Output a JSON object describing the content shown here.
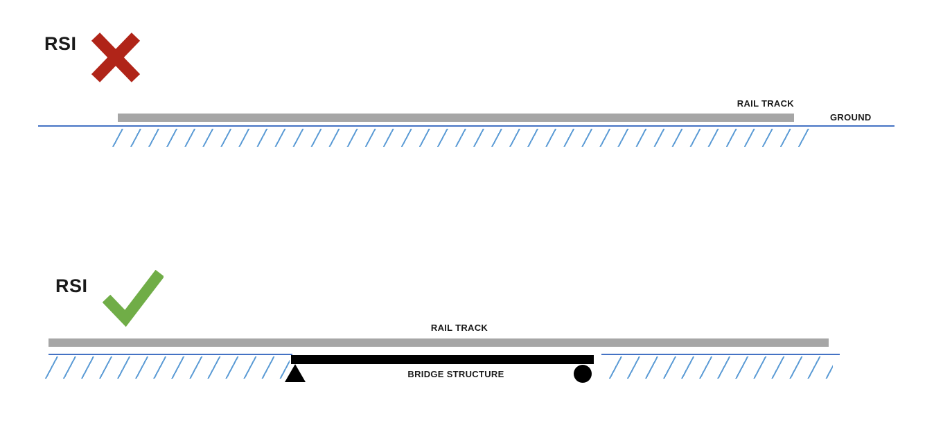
{
  "colors": {
    "rail": "#a6a6a6",
    "ground_line": "#4472c4",
    "hatch": "#5b9bd5",
    "cross": "#b02418",
    "check": "#70ad47",
    "bridge": "#000000",
    "text": "#1a1a1a"
  },
  "top_diagram": {
    "title": "RSI",
    "verdict": "incorrect",
    "labels": {
      "rail_track": "RAIL TRACK",
      "ground": "GROUND"
    }
  },
  "bottom_diagram": {
    "title": "RSI",
    "verdict": "correct",
    "labels": {
      "rail_track": "RAIL TRACK",
      "bridge_structure": "BRIDGE STRUCTURE"
    }
  }
}
